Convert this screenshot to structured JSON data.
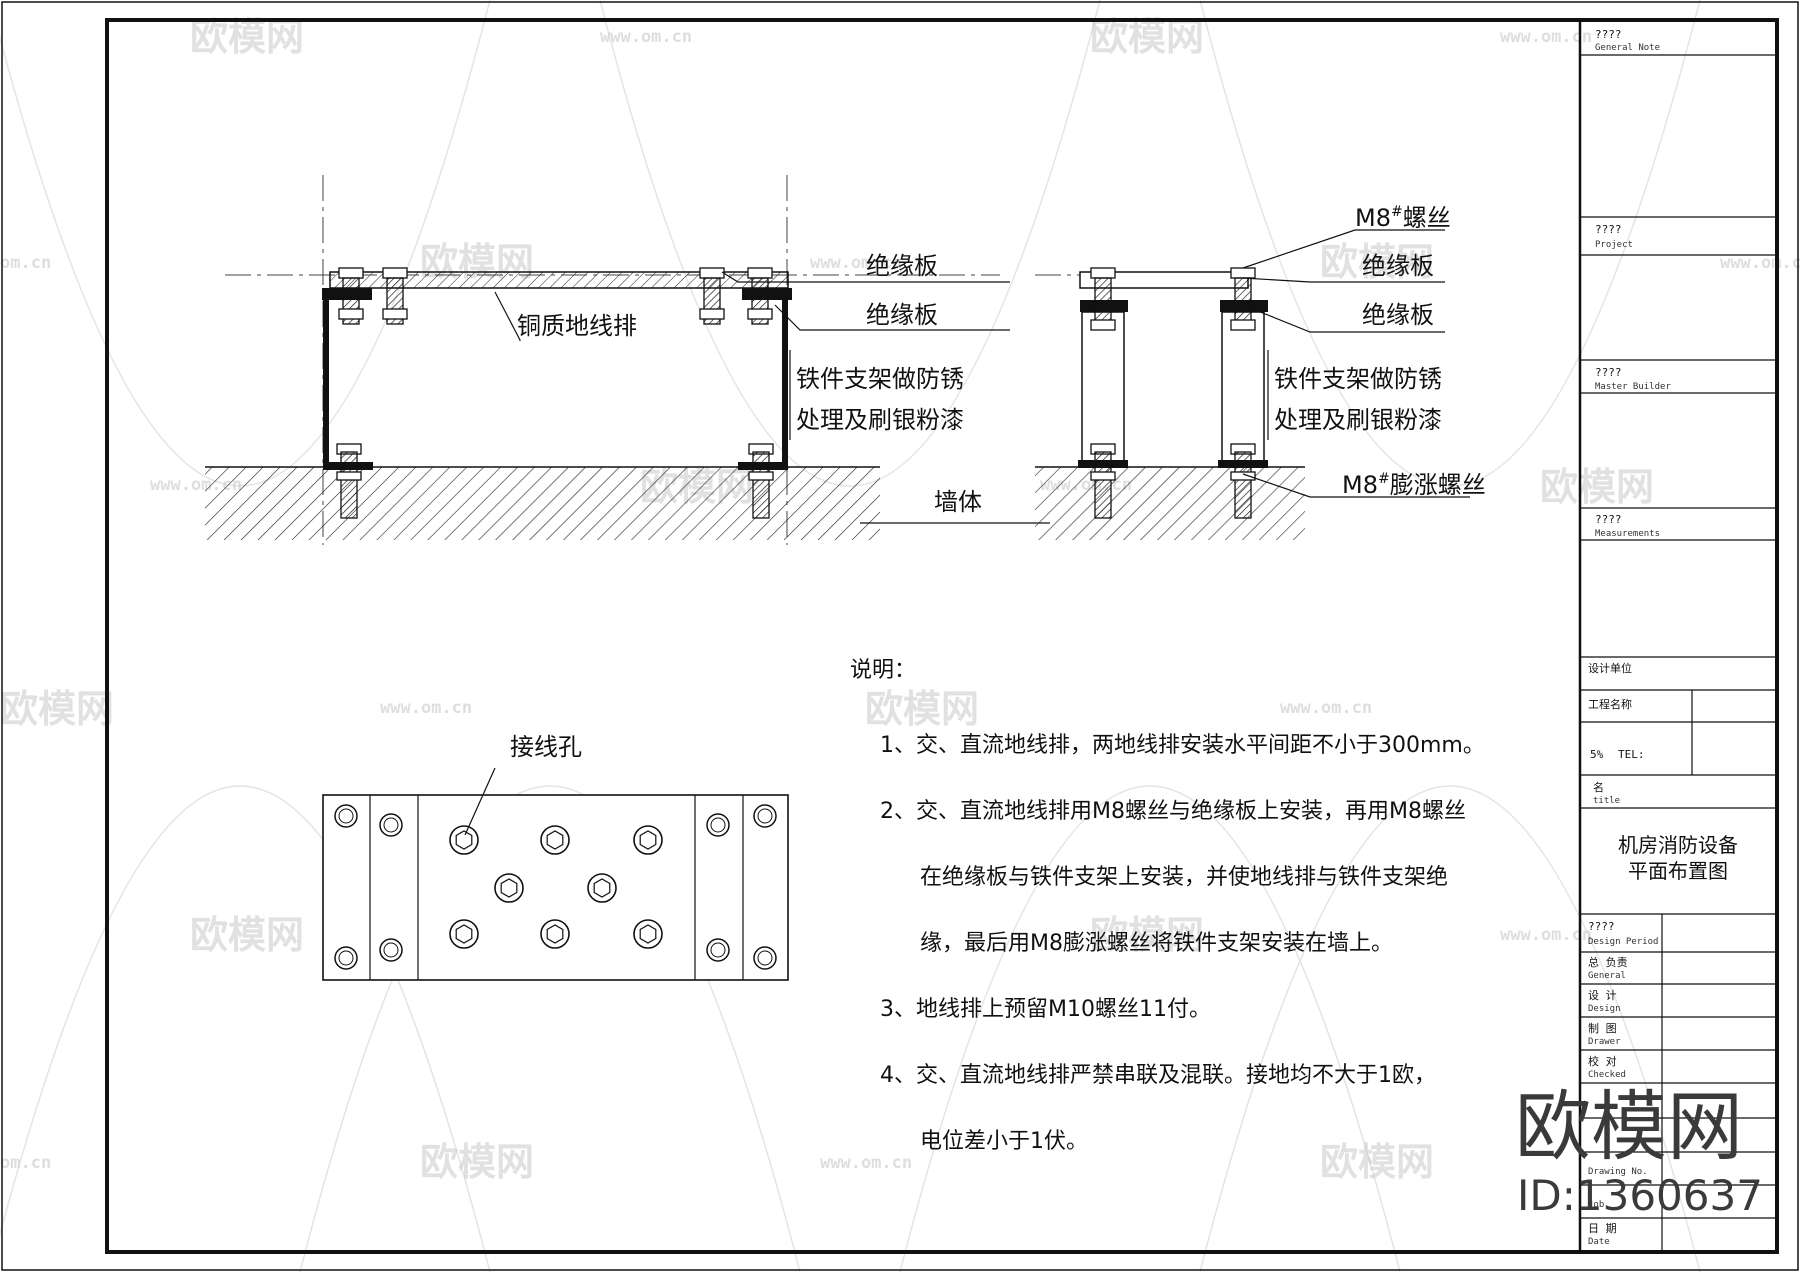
{
  "section_left": {
    "label_insulation_board_1": "绝缘板",
    "label_insulation_board_2": "绝缘板",
    "label_copper_bar": "铜质地线排",
    "label_bracket_line1": "铁件支架做防锈",
    "label_bracket_line2": "处理及刷银粉漆",
    "label_wall": "墙体"
  },
  "section_right": {
    "label_m8_screw_prefix": "M8",
    "label_m8_screw_mark": "#",
    "label_m8_screw_suffix": "螺丝",
    "label_insulation_board_1": "绝缘板",
    "label_insulation_board_2": "绝缘板",
    "label_bracket_line1": "铁件支架做防锈",
    "label_bracket_line2": "处理及刷银粉漆",
    "label_expansion_prefix": "M8",
    "label_expansion_mark": "#",
    "label_expansion_suffix": "膨涨螺丝"
  },
  "plan_view": {
    "label_terminal_hole": "接线孔"
  },
  "notes": {
    "heading": "说明：",
    "lines": [
      "1、交、直流地线排，两地线排安装水平间距不小于300mm。",
      "2、交、直流地线排用M8螺丝与绝缘板上安装，再用M8螺丝",
      "在绝缘板与铁件支架上安装，并使地线排与铁件支架绝",
      "缘，最后用M8膨涨螺丝将铁件支架安装在墙上。",
      "3、地线排上预留M10螺丝11付。",
      "4、交、直流地线排严禁串联及混联。接地均不大于1欧，",
      "电位差小于1伏。"
    ]
  },
  "title_block": {
    "general_note_q": "????",
    "general_note_en": "General Note",
    "project_q": "????",
    "project_en": "Project",
    "master_builder_q": "????",
    "master_builder_en": "Master Builder",
    "measurements_q": "????",
    "measurements_en": "Measurements",
    "garbled_1": "设计单位",
    "garbled_2": "工程名称",
    "tel_prefix": "5%",
    "tel": "TEL:",
    "title_label_q": "名",
    "title_label_en": "title",
    "drawing_title_line1": "机房消防设备",
    "drawing_title_line2": "平面布置图",
    "design_period_q": "????",
    "design_period_en": "Design Period",
    "general_q": "总 负责",
    "general_en": "General",
    "design_q": "设 计",
    "design_en": "Design",
    "drawer_q": "制 图",
    "drawer_en": "Drawer",
    "checked_q": "校 对",
    "checked_en": "Checked",
    "drawing_no_en": "Drawing No.",
    "job_en": "Job",
    "date_q": "日 期",
    "date_en": "Date"
  },
  "watermark": {
    "brand": "欧模网",
    "url": "www.om.cn",
    "edge_url": "om.cn",
    "edge_brand": "欧模网",
    "big_brand": "欧模网",
    "id": "ID:1360637"
  },
  "colors": {
    "ink": "#111111",
    "watermark": "#c9c9c9",
    "background": "#ffffff"
  }
}
